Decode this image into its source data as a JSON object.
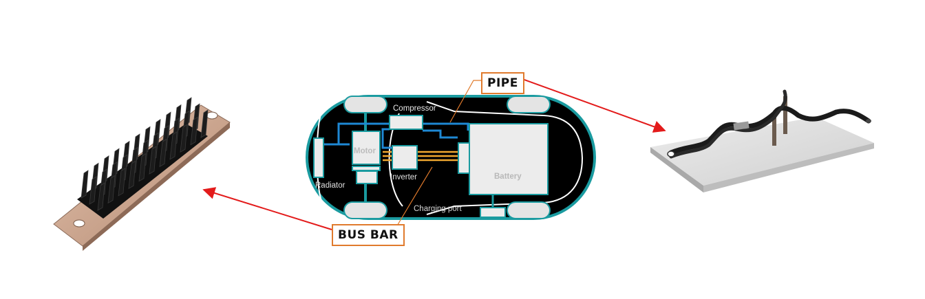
{
  "callouts": {
    "pipe": "PIPE",
    "bus_bar": "BUS BAR"
  },
  "car_labels": {
    "compressor": "Compressor",
    "motor": "Motor",
    "inverter": "Inverter",
    "radiator": "Radiator",
    "battery": "Battery",
    "charging_port": "Charging port"
  },
  "colors": {
    "car_body": "#000000",
    "outline": "#1a9ba0",
    "pipe_line": "#1e88d4",
    "bus_bar_line": "#f0a830",
    "component_fill": "#ececec",
    "callout_border": "#e07a2c",
    "arrow": "#e31b1b"
  }
}
